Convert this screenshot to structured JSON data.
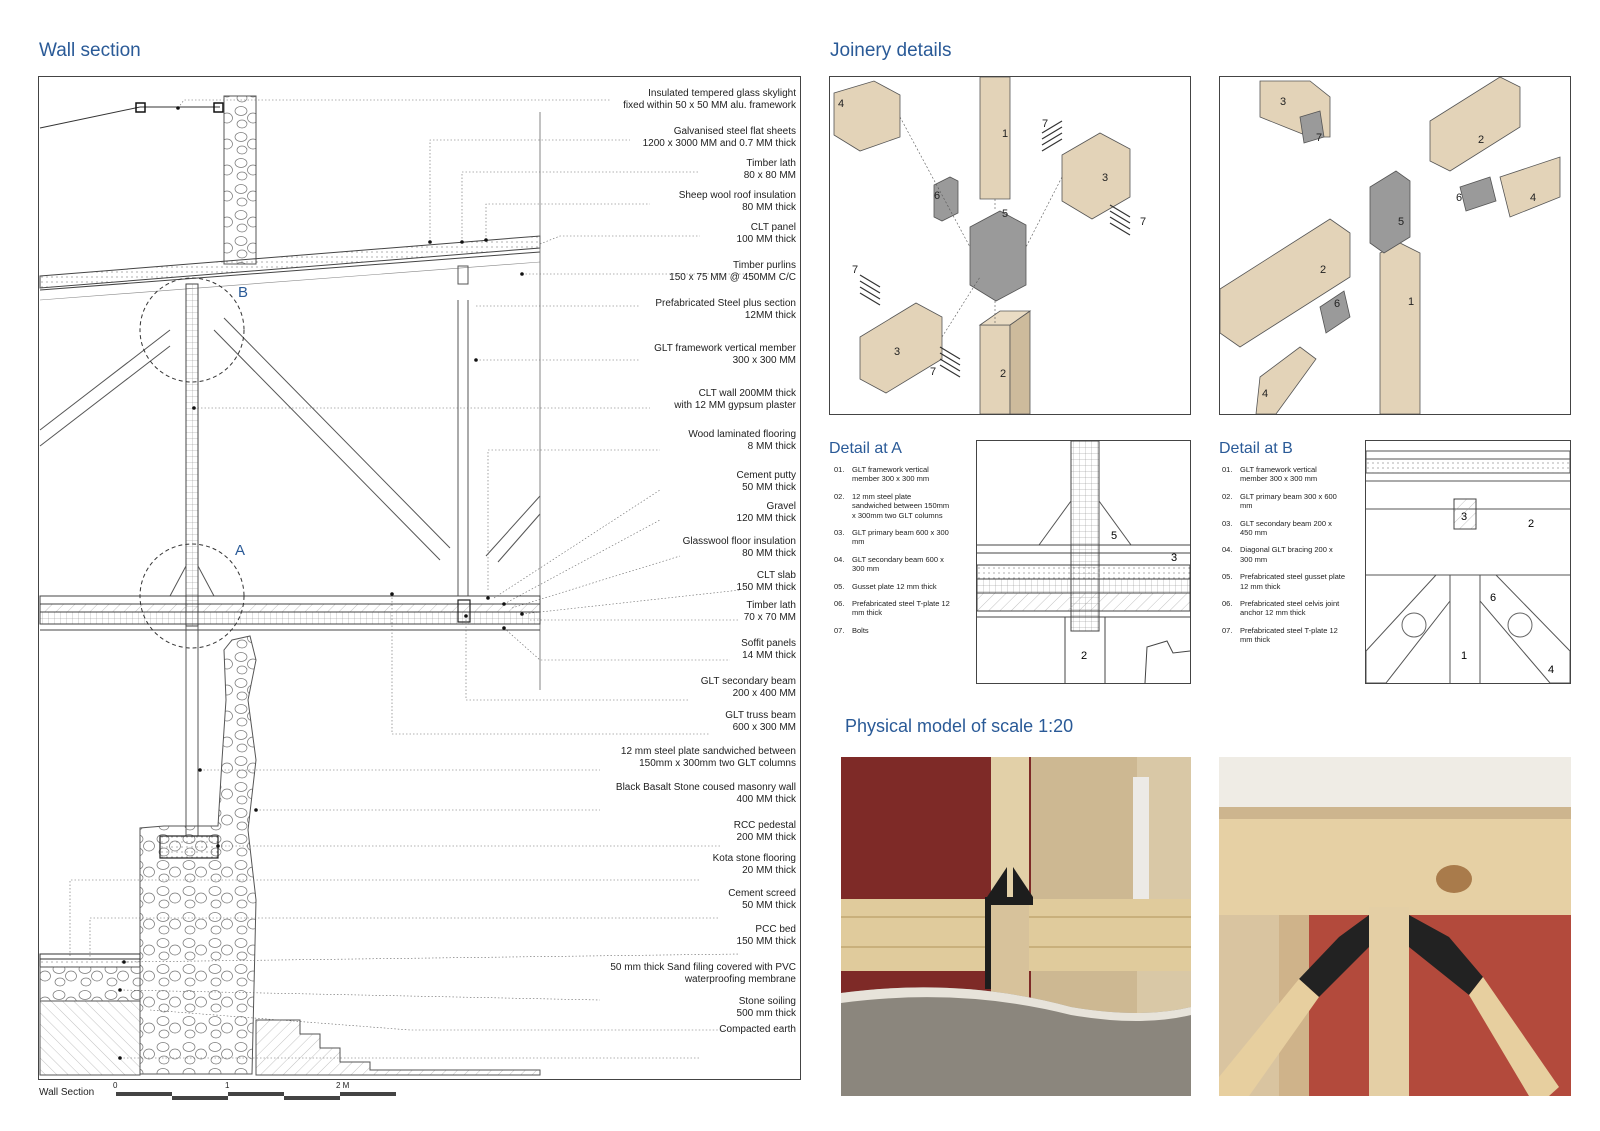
{
  "headings": {
    "wall_section": "Wall section",
    "joinery": "Joinery details",
    "detail_a": "Detail at A",
    "detail_b": "Detail at B",
    "physical_model": "Physical model of scale 1:20"
  },
  "wall_section": {
    "marker_a": "A",
    "marker_b": "B",
    "scale_caption": "Wall Section",
    "scale_ticks": [
      "0",
      "1",
      "2 M"
    ],
    "labels": [
      {
        "line1": "Insulated tempered glass skylight",
        "line2": "fixed within 50 x 50 MM alu. framework"
      },
      {
        "line1": "Galvanised steel flat sheets",
        "line2": "1200 x 3000 MM and 0.7 MM thick"
      },
      {
        "line1": "Timber lath",
        "line2": "80 x 80 MM"
      },
      {
        "line1": "Sheep wool roof insulation",
        "line2": "80 MM thick"
      },
      {
        "line1": "CLT panel",
        "line2": "100 MM thick"
      },
      {
        "line1": "Timber purlins",
        "line2": "150 x 75 MM @ 450MM C/C"
      },
      {
        "line1": "Prefabricated Steel plus section",
        "line2": "12MM thick"
      },
      {
        "line1": "GLT framework vertical member",
        "line2": "300 x 300 MM"
      },
      {
        "line1": "CLT wall  200MM thick",
        "line2": "with 12 MM gypsum plaster"
      },
      {
        "line1": "Wood laminated flooring",
        "line2": "8 MM thick"
      },
      {
        "line1": "Cement putty",
        "line2": "50 MM thick"
      },
      {
        "line1": "Gravel",
        "line2": "120 MM thick"
      },
      {
        "line1": "Glasswool floor insulation",
        "line2": "80 MM thick"
      },
      {
        "line1": "CLT slab",
        "line2": "150 MM thick"
      },
      {
        "line1": "Timber lath",
        "line2": "70 x 70 MM"
      },
      {
        "line1": "Soffit panels",
        "line2": "14 MM thick"
      },
      {
        "line1": "GLT secondary beam",
        "line2": "200 x 400 MM"
      },
      {
        "line1": "GLT truss beam",
        "line2": "600 x 300 MM"
      },
      {
        "line1": "12 mm steel plate sandwiched between",
        "line2": "150mm x 300mm two GLT columns"
      },
      {
        "line1": "Black Basalt Stone coused masonry wall",
        "line2": "400 MM thick"
      },
      {
        "line1": "RCC pedestal",
        "line2": "200 MM thick"
      },
      {
        "line1": "Kota stone flooring",
        "line2": "20 MM thick"
      },
      {
        "line1": "Cement screed",
        "line2": "50 MM thick"
      },
      {
        "line1": "PCC bed",
        "line2": "150 MM thick"
      },
      {
        "line1": "50 mm thick Sand filing covered with PVC",
        "line2": "waterproofing membrane"
      },
      {
        "line1": "Stone soiling",
        "line2": "500 mm thick"
      },
      {
        "line1": "Compacted earth",
        "line2": ""
      }
    ]
  },
  "joinery": {
    "left_numbers": [
      "1",
      "2",
      "3",
      "3",
      "4",
      "5",
      "6",
      "7",
      "7",
      "7",
      "7"
    ],
    "right_numbers": [
      "1",
      "2",
      "2",
      "3",
      "4",
      "4",
      "5",
      "6",
      "6",
      "7"
    ]
  },
  "detail_a": {
    "notes": [
      {
        "num": "01.",
        "text": "GLT framework vertical member 300 x 300 mm"
      },
      {
        "num": "02.",
        "text": "12 mm steel plate sandwiched between 150mm x 300mm two GLT columns"
      },
      {
        "num": "03.",
        "text": "GLT primary beam 600 x 300 mm"
      },
      {
        "num": "04.",
        "text": "GLT secondary beam 600 x 300 mm"
      },
      {
        "num": "05.",
        "text": "Gusset plate 12 mm thick"
      },
      {
        "num": "06.",
        "text": "Prefabricated steel T-plate 12 mm thick"
      },
      {
        "num": "07.",
        "text": "Bolts"
      }
    ],
    "drawing_numbers": [
      "5",
      "3",
      "2"
    ]
  },
  "detail_b": {
    "notes": [
      {
        "num": "01.",
        "text": "GLT framework vertical member 300 x 300 mm"
      },
      {
        "num": "02.",
        "text": "GLT primary beam 300 x 600 mm"
      },
      {
        "num": "03.",
        "text": "GLT secondary beam 200 x 450 mm"
      },
      {
        "num": "04.",
        "text": "Diagonal GLT bracing 200 x 300 mm"
      },
      {
        "num": "05.",
        "text": "Prefabricated steel gusset plate 12 mm thick"
      },
      {
        "num": "06.",
        "text": "Prefabricated steel celvis joint anchor 12 mm thick"
      },
      {
        "num": "07.",
        "text": "Prefabricated steel T-plate 12 mm thick"
      }
    ],
    "drawing_numbers": [
      "3",
      "2",
      "6",
      "1",
      "4"
    ]
  },
  "colors": {
    "heading_blue": "#2a5a97",
    "timber": "#e3d3b8",
    "steel": "#9a9a9a",
    "wall_red": "#7e2a27"
  }
}
